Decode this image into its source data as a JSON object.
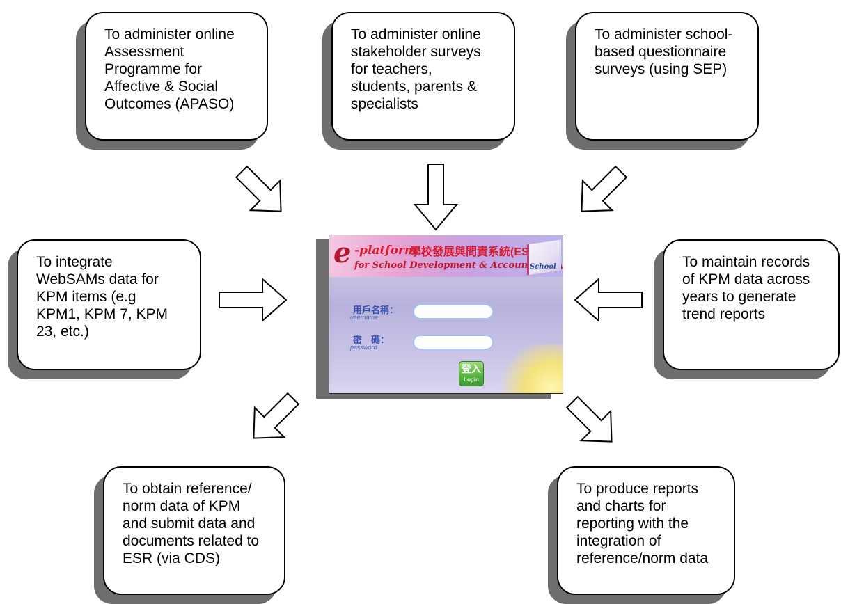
{
  "boxes": {
    "top_left": [
      "To administer online",
      "Assessment",
      "Programme for",
      "Affective & Social",
      "Outcomes (APASO)"
    ],
    "top_middle": [
      "To administer online",
      "stakeholder surveys",
      "for teachers,",
      "students, parents &",
      "specialists"
    ],
    "top_right": [
      "To administer school-",
      "based questionnaire",
      "surveys (using SEP)"
    ],
    "middle_left": [
      "To integrate",
      "WebSAMs data for",
      "KPM items (e.g",
      "KPM1, KPM 7, KPM",
      "23, etc.)"
    ],
    "middle_right": [
      "To maintain records",
      "of KPM data across",
      "years to generate",
      "trend reports"
    ],
    "bottom_left": [
      "To obtain reference/",
      "norm data of KPM",
      "and submit data and",
      "documents related to",
      "ESR (via CDS)"
    ],
    "bottom_right": [
      "To produce reports",
      "and charts for",
      "reporting with the",
      "integration of",
      "reference/norm data"
    ]
  },
  "login": {
    "logo_e": "e",
    "logo_platform": "-platform",
    "logo_chinese": "學校發展與問責系統(ESDA)",
    "logo_subtitle": "for School Development & Accountability",
    "logo_school": "School",
    "username_label": "用戶名稱：",
    "username_sub": "username",
    "password_label": "密　碼：",
    "password_sub": "password",
    "login_button": "登入",
    "login_button_sub": "Login"
  }
}
